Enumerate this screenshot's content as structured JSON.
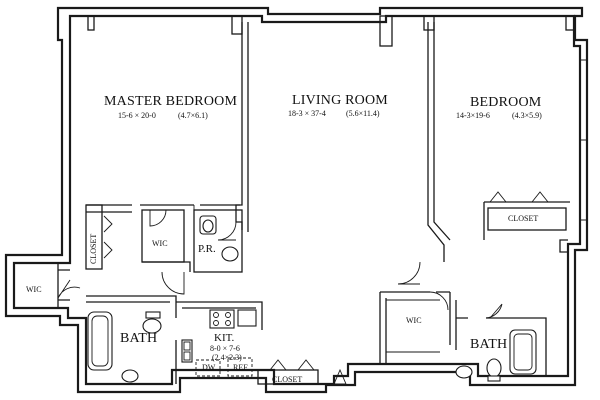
{
  "rooms": {
    "master_bedroom": {
      "name": "MASTER BEDROOM",
      "dim_imperial": "15-6 × 20-0",
      "dim_metric": "(4.7×6.1)"
    },
    "living_room": {
      "name": "LIVING ROOM",
      "dim_imperial": "18-3 × 37-4",
      "dim_metric": "(5.6×11.4)"
    },
    "bedroom": {
      "name": "BEDROOM",
      "dim_imperial": "14-3×19-6",
      "dim_metric": "(4.3×5.9)"
    },
    "kitchen": {
      "name": "KIT.",
      "dim_imperial": "8-0 × 7-6",
      "dim_metric": "(2.4×2.3)"
    }
  },
  "labels": {
    "closet_vertical": "CLOSET",
    "wic_master": "WIC",
    "powder_room": "P.R.",
    "wic_left": "WIC",
    "bath_left": "BATH",
    "dw": "DW",
    "ref": "REF",
    "closet_entry": "CLOSET",
    "wic_bedroom": "WIC",
    "bath_right": "BATH",
    "closet_bedroom": "CLOSET"
  },
  "colors": {
    "ink": "#1a1a1a",
    "paper": "#ffffff"
  }
}
